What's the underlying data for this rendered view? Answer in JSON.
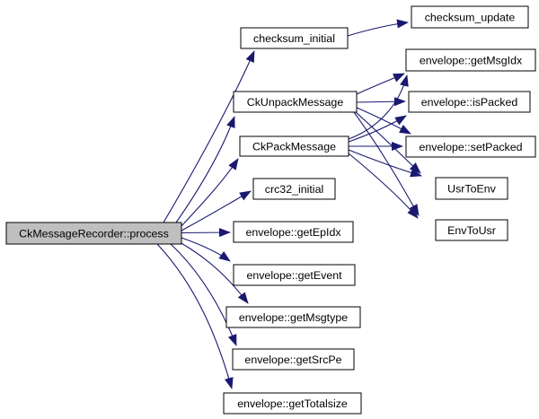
{
  "diagram": {
    "kind": "call-graph",
    "colors": {
      "background": "#ffffff",
      "edge": "#191970",
      "node_border": "#000000",
      "node_fill": "#ffffff",
      "highlight_node_fill": "#bfbfbf",
      "text": "#000000"
    },
    "nodes": {
      "process": {
        "label": "CkMessageRecorder::process",
        "highlight": true
      },
      "checksum_initial": {
        "label": "checksum_initial"
      },
      "checksum_update": {
        "label": "checksum_update"
      },
      "ckunpackmessage": {
        "label": "CkUnpackMessage"
      },
      "ckpackmessage": {
        "label": "CkPackMessage"
      },
      "crc32_initial": {
        "label": "crc32_initial"
      },
      "getepidx": {
        "label": "envelope::getEpIdx"
      },
      "getevent": {
        "label": "envelope::getEvent"
      },
      "getmsgtype": {
        "label": "envelope::getMsgtype"
      },
      "getsrcpe": {
        "label": "envelope::getSrcPe"
      },
      "gettotalsize": {
        "label": "envelope::getTotalsize"
      },
      "getmsgidx": {
        "label": "envelope::getMsgIdx"
      },
      "ispacked": {
        "label": "envelope::isPacked"
      },
      "setpacked": {
        "label": "envelope::setPacked"
      },
      "usrtoenv": {
        "label": "UsrToEnv"
      },
      "envtousr": {
        "label": "EnvToUsr"
      }
    },
    "edges": [
      {
        "from": "process",
        "to": "checksum_initial"
      },
      {
        "from": "process",
        "to": "ckunpackmessage"
      },
      {
        "from": "process",
        "to": "ckpackmessage"
      },
      {
        "from": "process",
        "to": "crc32_initial"
      },
      {
        "from": "process",
        "to": "getepidx"
      },
      {
        "from": "process",
        "to": "getevent"
      },
      {
        "from": "process",
        "to": "getmsgtype"
      },
      {
        "from": "process",
        "to": "getsrcpe"
      },
      {
        "from": "process",
        "to": "gettotalsize"
      },
      {
        "from": "checksum_initial",
        "to": "checksum_update"
      },
      {
        "from": "ckunpackmessage",
        "to": "getmsgidx"
      },
      {
        "from": "ckunpackmessage",
        "to": "ispacked"
      },
      {
        "from": "ckunpackmessage",
        "to": "setpacked"
      },
      {
        "from": "ckunpackmessage",
        "to": "usrtoenv"
      },
      {
        "from": "ckunpackmessage",
        "to": "envtousr"
      },
      {
        "from": "ckpackmessage",
        "to": "getmsgidx"
      },
      {
        "from": "ckpackmessage",
        "to": "ispacked"
      },
      {
        "from": "ckpackmessage",
        "to": "setpacked"
      },
      {
        "from": "ckpackmessage",
        "to": "usrtoenv"
      },
      {
        "from": "ckpackmessage",
        "to": "envtousr"
      }
    ]
  }
}
